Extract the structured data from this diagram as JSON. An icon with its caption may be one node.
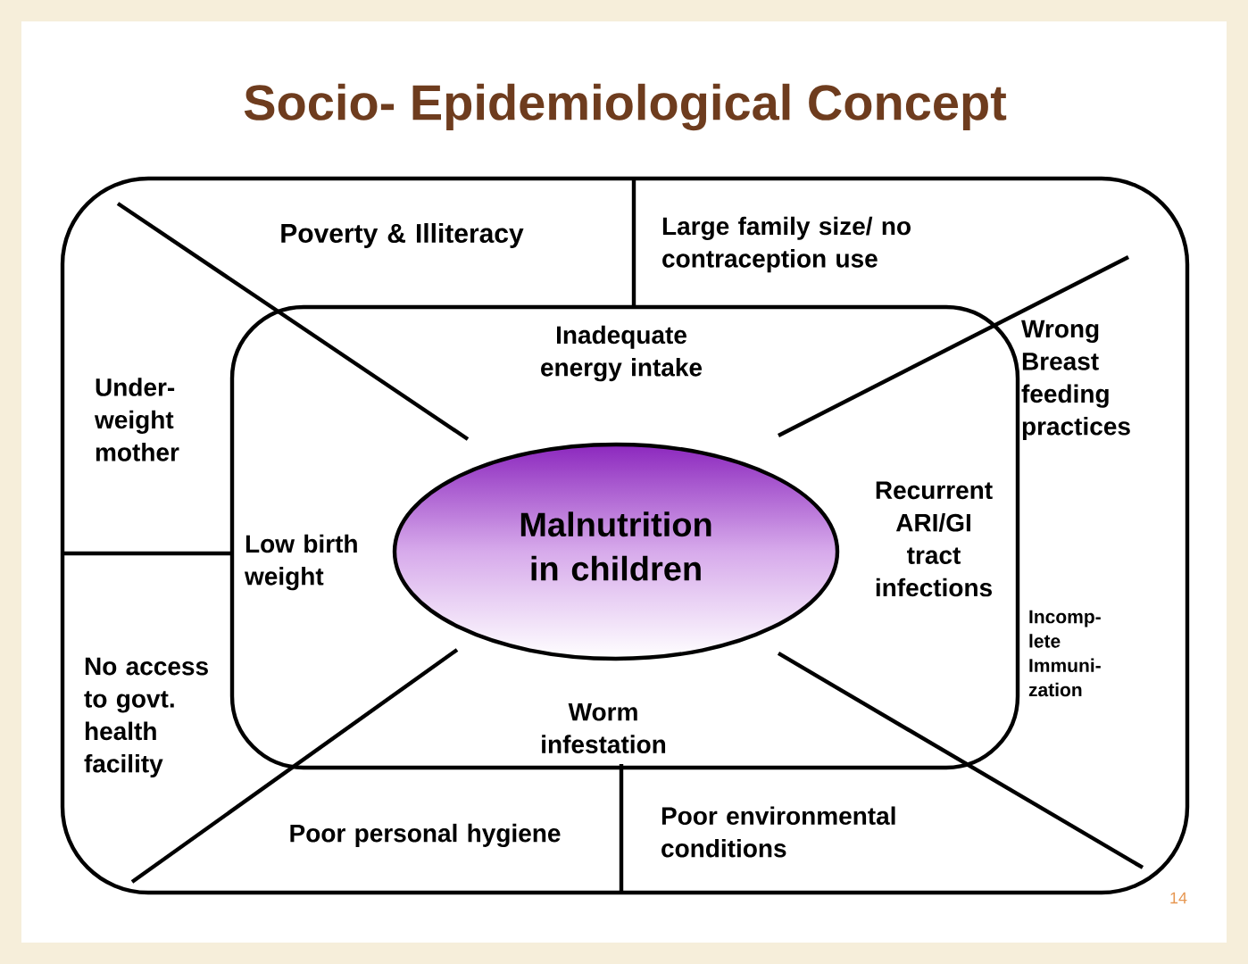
{
  "diagram": {
    "title": "Socio- Epidemiological Concept",
    "nodes": [
      {
        "text": [
          "Poverty & Illiteracy",
          "Large family size/ no contraception use",
          "Wrong Breast feeding practices",
          "Incomp- lete Immuni- zation",
          "Poor personal hygiene",
          "Poor environmental conditions",
          "Under- weight mother",
          "No access to govt. health facility"
        ]
      },
      {
        "text": [
          "Inadequate energy intake",
          "Recurrent ARI/GI tract infections",
          "Worm infestation",
          "Low birth weight"
        ],
        "in": 0
      },
      {
        "text": [
          "Malnutrition in children"
        ],
        "in": 1
      }
    ],
    "labels": [
      "14"
    ]
  }
}
